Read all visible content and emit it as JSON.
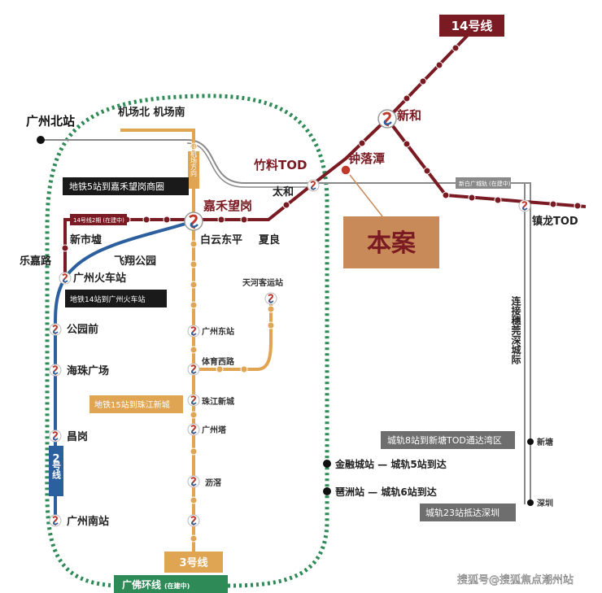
{
  "colors": {
    "line14": "#7a1a22",
    "line3": "#e0a552",
    "line2": "#2c5f9e",
    "loop": "#2e8b57",
    "intercity": "#777777",
    "highlight": "#c98a5a"
  },
  "lines": {
    "line14": "14号线",
    "line14_phase2": "14号线2期",
    "line14_phase2_status": "(在建中)",
    "line3": "3号线",
    "line2_digit": "2",
    "line2_text": "号线",
    "airport_direction": "往机场方向",
    "loop_name": "广佛环线",
    "loop_status": "(在建中)",
    "xinbai_rail": "新白广城轨",
    "xinbai_status": "(在建中)",
    "intercity": "连接穗莞深城际"
  },
  "stations": {
    "guangzhou_north": "广州北站",
    "airport_north_south": "机场北 机场南",
    "zhuliao": "竹料TOD",
    "zhongluotan": "钟落潭",
    "xinhe": "新和",
    "taihe": "太和",
    "jiahe": "嘉禾望岗",
    "baiyun_dongping": "白云东平",
    "xialiang": "夏良",
    "xinshixu": "新市墟",
    "feixiang": "飞翔公园",
    "lejia": "乐嘉路",
    "gz_railway": "广州火车站",
    "gongyuanqian": "公园前",
    "haizhu": "海珠广场",
    "changgang": "昌岗",
    "gz_south": "广州南站",
    "tianhe_bus": "天河客运站",
    "gz_east": "广州东站",
    "tiyu_xilu": "体育西路",
    "zhujiang": "珠江新城",
    "canton_tower": "广州塔",
    "lijiao": "沥滘",
    "zhenlong": "镇龙TOD",
    "xintang": "新塘",
    "shenzhen": "深圳",
    "jinrongcheng": "金融城站 — 城轨5站到达",
    "pazhou": "琶洲站 — 城轨6站到达"
  },
  "callouts": {
    "metro5_jiahe": "地铁5站到嘉禾望岗商圈",
    "metro14_railway": "地铁14站到广州火车站",
    "metro15_zhujiang": "地铁15站到珠江新城",
    "rail8_xintang": "城轨8站到新塘TOD通达湾区",
    "rail23_shenzhen": "城轨23站抵达深圳"
  },
  "project": "本案",
  "watermark": "搜狐号@搜狐焦点潮州站"
}
